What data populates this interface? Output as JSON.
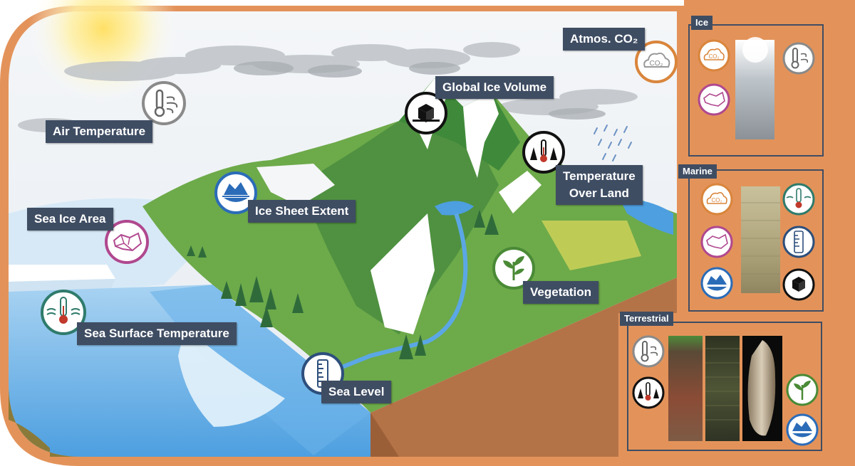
{
  "labels": {
    "air_temperature": "Air Temperature",
    "atmos_co2": "Atmos. CO₂",
    "global_ice_volume": "Global Ice Volume",
    "temperature_over_land_1": "Temperature",
    "temperature_over_land_2": "Over Land",
    "ice_sheet_extent": "Ice Sheet Extent",
    "sea_ice_area": "Sea Ice Area",
    "vegetation": "Vegetation",
    "sea_surface_temperature": "Sea Surface Temperature",
    "sea_level": "Sea Level"
  },
  "panels": {
    "ice": "Ice",
    "marine": "Marine",
    "terrestrial": "Terrestrial"
  },
  "icon_text": {
    "co2": "CO₂"
  },
  "colors": {
    "label_bg": "#3f4d63",
    "frame_orange": "#e3935a",
    "co2_orange": "#d9853c",
    "sea_ice_magenta": "#b0488f",
    "ice_sheet_blue": "#2b6cb8",
    "sst_teal": "#2f7b6c",
    "vegetation_green": "#4a8a36",
    "air_temp_gray": "#8a8a8a"
  }
}
